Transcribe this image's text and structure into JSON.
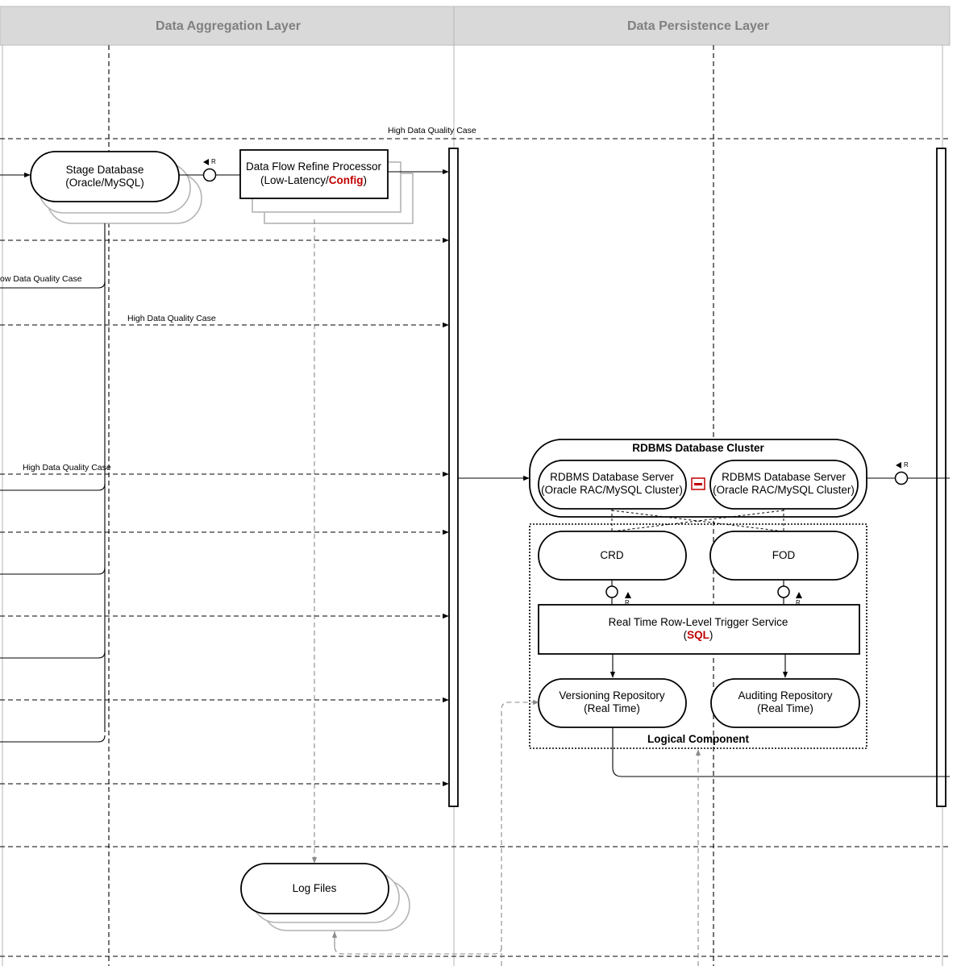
{
  "lanes": {
    "aggregation": "Data Aggregation Layer",
    "persistence": "Data Persistence Layer"
  },
  "labels": {
    "hdq_top": "High Data Quality Case",
    "ldq": "ow Data Quality Case",
    "hdq_mid": "High Data Quality Case",
    "hdq_low": "High Data Quality Case",
    "r": "R"
  },
  "nodes": {
    "stage_db": {
      "line1": "Stage Database",
      "line2": "(Oracle/MySQL)"
    },
    "refine": {
      "line1": "Data Flow Refine Processor",
      "line2_pre": "(Low-Latency/",
      "line2_red": "Config",
      "line2_post": ")"
    },
    "cluster": {
      "title": "RDBMS Database Cluster"
    },
    "server_a": {
      "line1": "RDBMS Database Server",
      "line2": "(Oracle RAC/MySQL Cluster)"
    },
    "server_b": {
      "line1": "RDBMS Database Server",
      "line2": "(Oracle RAC/MySQL Cluster)"
    },
    "crd": {
      "label": "CRD"
    },
    "fod": {
      "label": "FOD"
    },
    "trigger": {
      "line1": "Real Time Row-Level Trigger Service",
      "line2_pre": "(",
      "line2_red": "SQL",
      "line2_post": ")"
    },
    "versioning": {
      "line1": "Versioning Repository",
      "line2": "(Real Time)"
    },
    "auditing": {
      "line1": "Auditing Repository",
      "line2": "(Real Time)"
    },
    "logical": {
      "label": "Logical Component"
    },
    "log_files": {
      "label": "Log Files"
    }
  },
  "colors": {
    "highlight": "#c00000",
    "lane_header": "#d9d9d9",
    "lane_title": "#808080"
  }
}
